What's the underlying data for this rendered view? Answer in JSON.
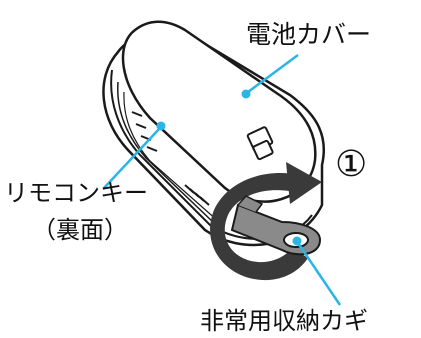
{
  "labels": {
    "battery_cover": "電池カバー",
    "remote_key": "リモコンキー",
    "back_side": "（裏面）",
    "emergency_key": "非常用収納カギ",
    "step_number": "①"
  },
  "colors": {
    "leader_line": "#29b6e6",
    "arrow": "#3a3a3a",
    "outline": "#1a1a1a"
  }
}
